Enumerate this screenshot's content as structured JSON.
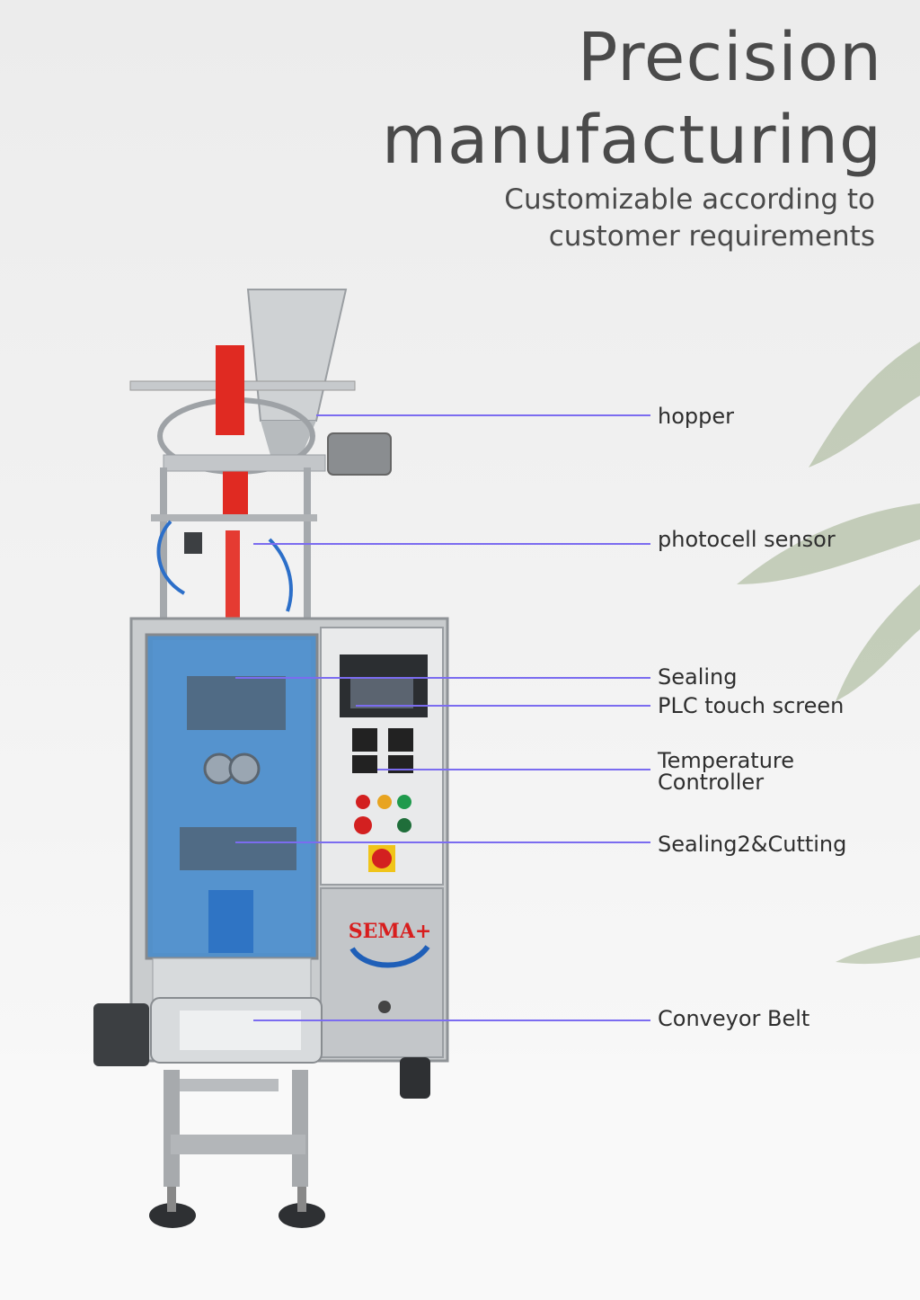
{
  "heading": {
    "line1": "Precision",
    "line2": "manufacturing"
  },
  "subheading": {
    "line1": "Customizable according to",
    "line2": "customer requirements"
  },
  "labels": [
    {
      "id": "hopper",
      "text": "hopper"
    },
    {
      "id": "photocell",
      "text": "photocell sensor"
    },
    {
      "id": "sealing",
      "text": "Sealing"
    },
    {
      "id": "plc",
      "text": "PLC touch screen"
    },
    {
      "id": "temp",
      "line1": "Temperature",
      "line2": "Controller"
    },
    {
      "id": "sealing2",
      "text": "Sealing2&Cutting"
    },
    {
      "id": "conveyor",
      "text": "Conveyor Belt"
    }
  ],
  "brand": "SEMA+",
  "colors": {
    "leader": "#7b6cf0",
    "text": "#4a4a4a",
    "machine_steel": "#b9bcbf",
    "acrylic_blue": "#3f86c9",
    "film_red": "#e02a22"
  },
  "icons": [
    "plant-leaf-icon",
    "stop-button-icon",
    "power-switch-icon"
  ]
}
